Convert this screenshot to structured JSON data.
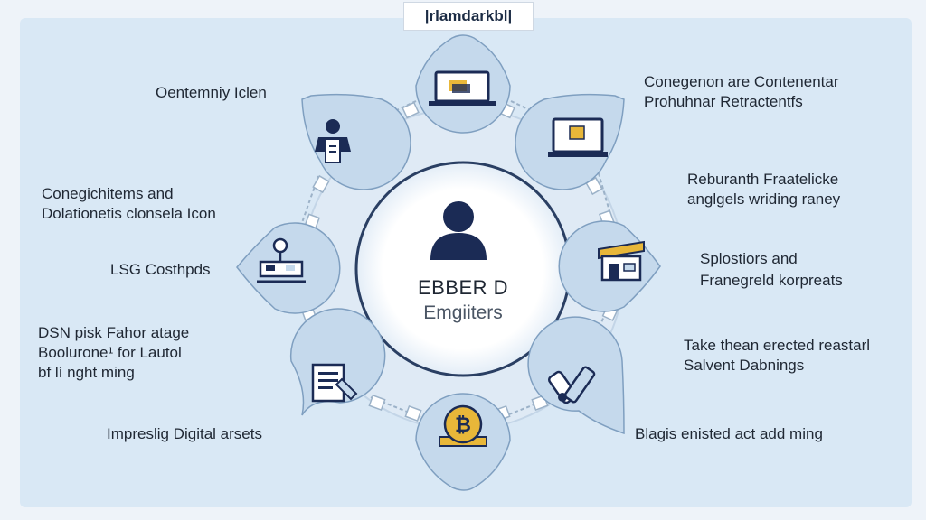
{
  "header": {
    "badge_text": "|rlamdarkbl|"
  },
  "center": {
    "title": "EBBER D",
    "subtitle": "Emgiiters",
    "icon": "person-icon"
  },
  "nodes": [
    {
      "icon": "laptop-icon"
    },
    {
      "icon": "monitor-icon"
    },
    {
      "icon": "store-icon"
    },
    {
      "icon": "tools-icon"
    },
    {
      "icon": "bitcoin-icon"
    },
    {
      "icon": "document-icon"
    },
    {
      "icon": "network-icon"
    },
    {
      "icon": "person-reading-icon"
    }
  ],
  "labels": {
    "top_left": "Oentemniy Iclen",
    "left_1_line1": "Conegichitems and",
    "left_1_line2": "Dolationetis clonsela Icon",
    "left_2": "LSG Costhpds",
    "left_3_line1": "DSN pisk Fahor atage",
    "left_3_line2": "Boolurone¹ for Lautol",
    "left_3_line3": "bf lí nght ming",
    "bottom_left": "Impreslig Digital arsets",
    "top_right_line1": "Conegenon are Contenentar",
    "top_right_line2": "Prohuhnar Retractentfs",
    "right_1_line1": "Reburanth Fraatelicke",
    "right_1_line2": "anglgels wriding raney",
    "right_2_line1": "Splostiors and",
    "right_2_line2": "Franegreld korpreats",
    "right_3_line1": "Take thean erected reastarl",
    "right_3_line2": "Salvent Dabnings",
    "bottom_right": "Blagis enisted act add ming"
  },
  "colors": {
    "panel": "#d9e8f5",
    "node_fill": "#c5d9ec",
    "node_stroke": "#7f9fc0",
    "navy": "#1b2b55",
    "ring": "#9cb6d0",
    "connector": "#9cb2c8",
    "gold": "#e8b739"
  }
}
